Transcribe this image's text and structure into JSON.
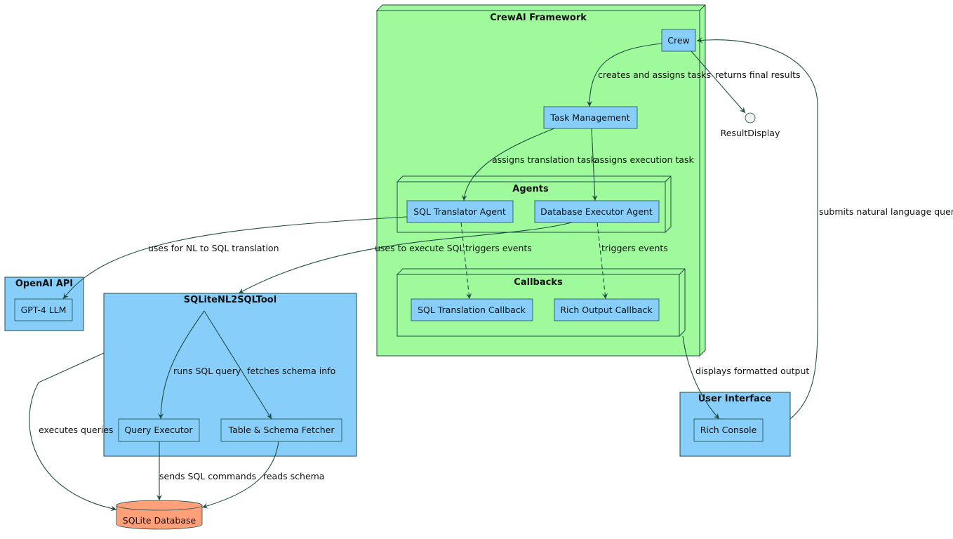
{
  "colors": {
    "framework_fill": "#9ffa9b",
    "component_fill": "#87cefa",
    "database_fill": "#ffa07a",
    "stroke": "#1f4d45"
  },
  "groups": {
    "crewai_framework": "CrewAI Framework",
    "agents": "Agents",
    "callbacks": "Callbacks",
    "openai_api": "OpenAI API",
    "sqlite_tool": "SQLiteNL2SQLTool",
    "user_interface": "User Interface"
  },
  "nodes": {
    "crew": "Crew",
    "task_management": "Task Management",
    "result_display": "ResultDisplay",
    "sql_translator_agent": "SQL Translator Agent",
    "database_executor_agent": "Database Executor Agent",
    "sql_translation_callback": "SQL Translation Callback",
    "rich_output_callback": "Rich Output Callback",
    "gpt4_llm": "GPT-4 LLM",
    "query_executor": "Query Executor",
    "table_schema_fetcher": "Table & Schema Fetcher",
    "sqlite_database": "SQLite Database",
    "rich_console": "Rich Console"
  },
  "edges": {
    "creates_assigns": "creates and assigns tasks",
    "returns_results": "returns final results",
    "assigns_translation": "assigns translation task",
    "assigns_execution": "assigns execution task",
    "submits_query": "submits natural language query",
    "uses_nl_sql": "uses for NL to SQL translation",
    "uses_execute_sql": "uses to execute SQL",
    "triggers_events_1": "triggers events",
    "triggers_events_2": "triggers events",
    "runs_sql_query": "runs SQL query",
    "fetches_schema": "fetches schema info",
    "displays_output": "displays formatted output",
    "executes_queries": "executes queries",
    "sends_sql": "sends SQL commands",
    "reads_schema": "reads schema"
  }
}
